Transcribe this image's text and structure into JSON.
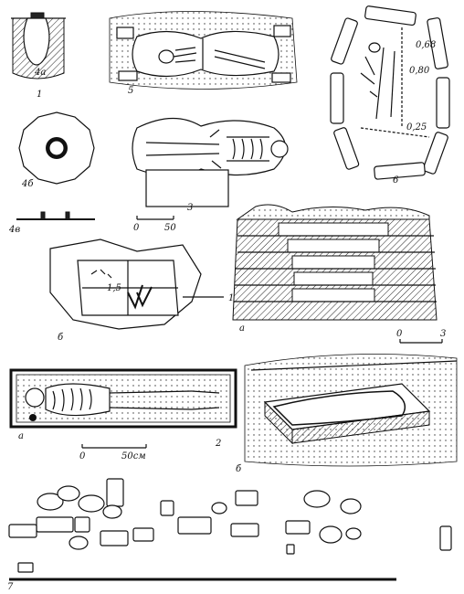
{
  "figures": {
    "fig1": {
      "number": "1"
    },
    "fig2": {
      "number": "2",
      "sub_a": "а",
      "scale_start": "0",
      "scale_end": "50см",
      "sub_b": "б"
    },
    "fig3": {
      "number": "3",
      "scale_start": "0",
      "scale_end": "50"
    },
    "fig4a": {
      "label": "4а"
    },
    "fig4b": {
      "label": "4б"
    },
    "fig4v": {
      "label": "4в"
    },
    "fig5": {
      "number": "5"
    },
    "fig6": {
      "number": "6",
      "measure_top": "0,68",
      "measure_mid": "0,80",
      "measure_low": "0,25"
    },
    "wall": {
      "sub_a": "а",
      "scale_start": "0",
      "scale_end": "3",
      "sub_b": "б",
      "callout": "1"
    },
    "fig_cist": {
      "measure": "1,5"
    },
    "fig7": {
      "number": "7"
    }
  }
}
